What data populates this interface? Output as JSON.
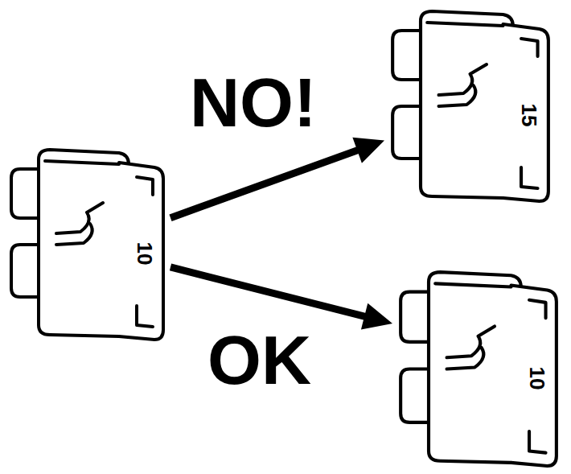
{
  "diagram": {
    "nodes": [
      {
        "text": [
          "10"
        ]
      },
      {
        "text": [
          "15"
        ]
      },
      {
        "text": [
          "10"
        ]
      }
    ],
    "edges": [
      {
        "from": 0,
        "to": 1,
        "arrow": "to",
        "label": "NO!"
      },
      {
        "from": 0,
        "to": 2,
        "arrow": "to",
        "label": "OK"
      }
    ]
  }
}
